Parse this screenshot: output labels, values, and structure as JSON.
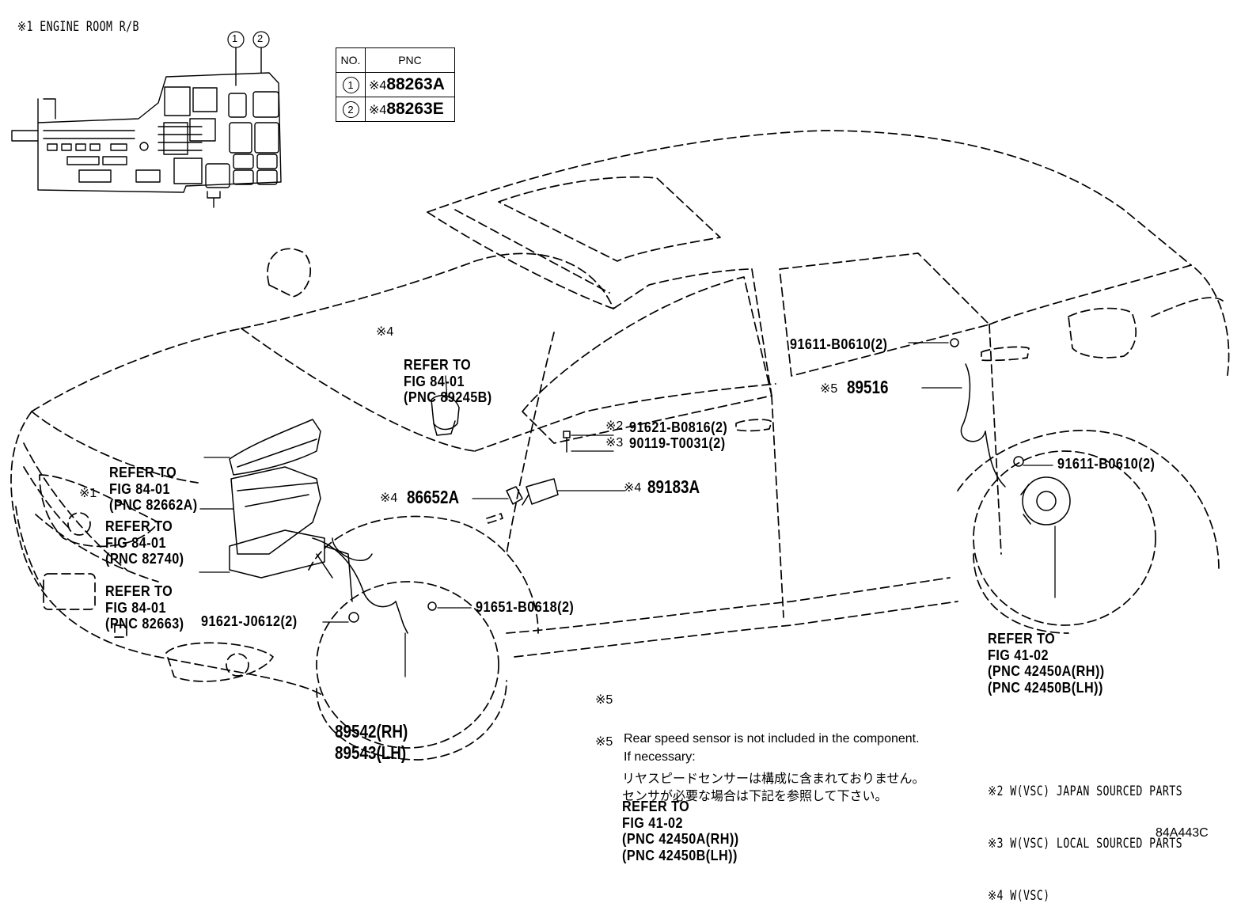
{
  "engine_room_title": "※1 ENGINE ROOM R/B",
  "relay_callouts": [
    "1",
    "2"
  ],
  "pnc_table": {
    "headers": [
      "NO.",
      "PNC"
    ],
    "rows": [
      {
        "no": "1",
        "mark": "※4",
        "pnc": "88263A"
      },
      {
        "no": "2",
        "mark": "※4",
        "pnc": "88263E"
      }
    ]
  },
  "labels": {
    "l1": {
      "mark": "※4",
      "lines": [
        "REFER TO",
        "FIG 84-01",
        "(PNC 89245B)"
      ]
    },
    "l2": {
      "lines": [
        "REFER TO",
        "FIG 84-01",
        "(PNC 82662A)"
      ]
    },
    "l3": {
      "mark": "※1",
      "lines": [
        "REFER TO",
        "FIG 84-01",
        "(PNC 82740)"
      ]
    },
    "l4": {
      "lines": [
        "REFER TO",
        "FIG 84-01",
        "(PNC 82663)"
      ]
    },
    "l5": {
      "text": "91621-J0612(2)"
    },
    "l6": {
      "lines": [
        "89542(RH)",
        "89543(LH)"
      ]
    },
    "l7": {
      "text": "91651-B0618(2)"
    },
    "l8": {
      "mark": "※4",
      "pnc": "86652A"
    },
    "l9": {
      "mark": "※4",
      "pnc": "89183A"
    },
    "l10": {
      "mark": "※2",
      "text": "91621-B0816(2)"
    },
    "l11": {
      "mark": "※3",
      "text": "90119-T0031(2)"
    },
    "l12": {
      "text": "91611-B0610(2)"
    },
    "l13": {
      "mark": "※5",
      "pnc": "89516"
    },
    "l14": {
      "text": "91611-B0610(2)"
    },
    "l15": {
      "lines": [
        "REFER TO",
        "FIG 41-02",
        "(PNC 42450A(RH))",
        "(PNC 42450B(LH))"
      ]
    }
  },
  "notes": {
    "en_mark": "※5",
    "en_lines": [
      "Rear speed sensor is not included in the component.",
      "If necessary:"
    ],
    "jp_mark": "※5",
    "jp_lines": [
      "リヤスピードセンサーは構成に含まれておりません。",
      "センサが必要な場合は下記を参照して下さい。"
    ],
    "refer_lines": [
      "REFER TO",
      "FIG 41-02",
      "(PNC 42450A(RH))",
      "(PNC 42450B(LH))"
    ]
  },
  "legend": [
    "※2 W(VSC) JAPAN SOURCED PARTS",
    "※3 W(VSC) LOCAL SOURCED PARTS",
    "※4 W(VSC)"
  ],
  "figure_code": "84A443C"
}
